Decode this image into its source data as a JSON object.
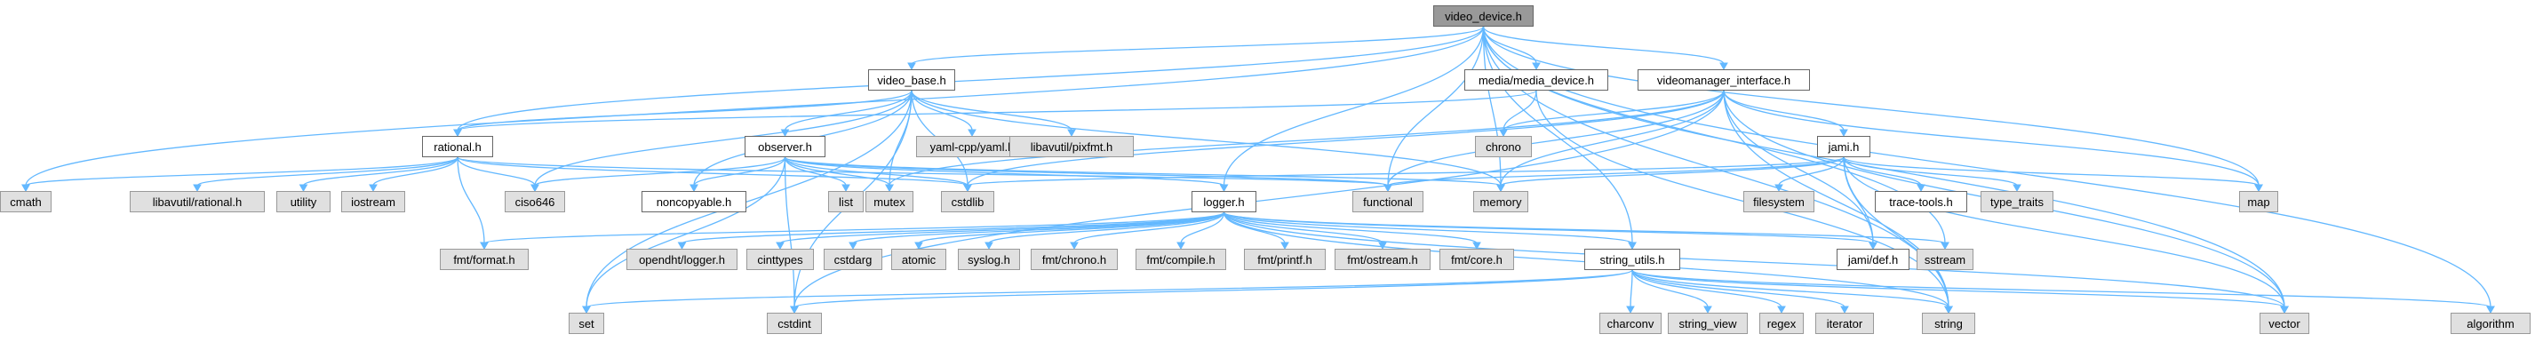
{
  "colors": {
    "edge": "#63b8ff",
    "root_fill": "#999999",
    "local_fill": "#ffffff",
    "system_fill": "#e0e0e0",
    "border": "#666666"
  },
  "graph": {
    "root": "video_device.h",
    "nodes": {
      "video_device_h": "video_device.h",
      "video_base_h": "video_base.h",
      "media_media_device_h": "media/media_device.h",
      "videomanager_interface_h": "videomanager_interface.h",
      "rational_h": "rational.h",
      "observer_h": "observer.h",
      "yaml_cpp_yaml_h": "yaml-cpp/yaml.h",
      "libavutil_pixfmt_h": "libavutil/pixfmt.h",
      "chrono": "chrono",
      "jami_h": "jami.h",
      "cmath": "cmath",
      "libavutil_rational_h": "libavutil/rational.h",
      "utility": "utility",
      "iostream": "iostream",
      "ciso646": "ciso646",
      "noncopyable_h": "noncopyable.h",
      "list": "list",
      "mutex": "mutex",
      "cstdlib": "cstdlib",
      "logger_h": "logger.h",
      "functional": "functional",
      "memory": "memory",
      "filesystem": "filesystem",
      "trace_tools_h": "trace-tools.h",
      "type_traits": "type_traits",
      "map": "map",
      "fmt_format_h": "fmt/format.h",
      "opendht_logger_h": "opendht/logger.h",
      "cinttypes": "cinttypes",
      "cstdarg": "cstdarg",
      "atomic": "atomic",
      "syslog_h": "syslog.h",
      "fmt_chrono_h": "fmt/chrono.h",
      "fmt_compile_h": "fmt/compile.h",
      "fmt_printf_h": "fmt/printf.h",
      "fmt_ostream_h": "fmt/ostream.h",
      "fmt_core_h": "fmt/core.h",
      "string_utils_h": "string_utils.h",
      "jami_def_h": "jami/def.h",
      "sstream": "sstream",
      "set": "set",
      "cstdint": "cstdint",
      "charconv": "charconv",
      "string_view": "string_view",
      "regex": "regex",
      "iterator": "iterator",
      "string": "string",
      "vector": "vector",
      "algorithm": "algorithm"
    }
  }
}
